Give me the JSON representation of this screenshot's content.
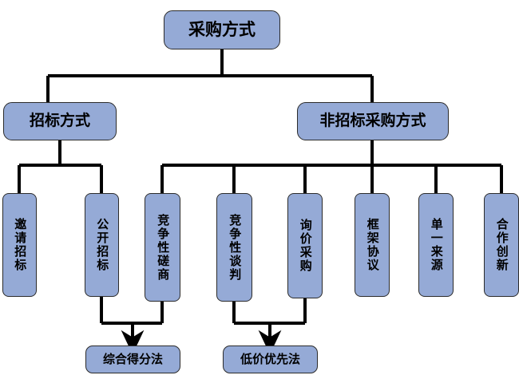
{
  "diagram": {
    "type": "hierarchy-tree",
    "title": "采购方式",
    "orientation": "top-down",
    "levels": 4,
    "palette": {
      "node_fill": "#95aad6",
      "node_border": "#2b2b2b",
      "edge_color": "#000000",
      "text_color": "#000000",
      "background": "#ffffff"
    }
  },
  "nodes": {
    "root": {
      "id": "root",
      "label": "采购方式",
      "level": 1
    },
    "level2": [
      {
        "id": "tender",
        "label": "招标方式",
        "level": 2
      },
      {
        "id": "non-tender",
        "label": "非招标采购方式",
        "level": 2
      }
    ],
    "level3": [
      {
        "id": "invited-tender",
        "label": "邀请招标",
        "level": 3,
        "parent": "tender"
      },
      {
        "id": "public-tender",
        "label": "公开招标",
        "level": 3,
        "parent": "tender"
      },
      {
        "id": "competitive-consultation",
        "label": "竞争性磋商",
        "level": 3,
        "parent": "non-tender"
      },
      {
        "id": "competitive-negotiation",
        "label": "竞争性谈判",
        "level": 3,
        "parent": "non-tender"
      },
      {
        "id": "inquiry-procurement",
        "label": "询价采购",
        "level": 3,
        "parent": "non-tender"
      },
      {
        "id": "framework-agreement",
        "label": "框架协议",
        "level": 3,
        "parent": "non-tender"
      },
      {
        "id": "single-source",
        "label": "单一来源",
        "level": 3,
        "parent": "non-tender"
      },
      {
        "id": "cooperative-innovation",
        "label": "合作创新",
        "level": 3,
        "parent": "non-tender"
      }
    ],
    "level4": [
      {
        "id": "comprehensive-scoring",
        "label": "综合得分法",
        "level": 4,
        "from": [
          "public-tender",
          "competitive-consultation"
        ]
      },
      {
        "id": "lowest-price-priority",
        "label": "低价优先法",
        "level": 4,
        "from": [
          "competitive-negotiation",
          "inquiry-procurement"
        ]
      }
    ]
  },
  "edges": [
    {
      "from": "root",
      "to": "tender",
      "style": "elbow"
    },
    {
      "from": "root",
      "to": "non-tender",
      "style": "elbow"
    },
    {
      "from": "tender",
      "to": "invited-tender",
      "style": "elbow"
    },
    {
      "from": "tender",
      "to": "public-tender",
      "style": "elbow"
    },
    {
      "from": "non-tender",
      "to": "competitive-consultation",
      "style": "elbow"
    },
    {
      "from": "non-tender",
      "to": "competitive-negotiation",
      "style": "elbow"
    },
    {
      "from": "non-tender",
      "to": "inquiry-procurement",
      "style": "elbow"
    },
    {
      "from": "non-tender",
      "to": "framework-agreement",
      "style": "elbow"
    },
    {
      "from": "non-tender",
      "to": "single-source",
      "style": "elbow"
    },
    {
      "from": "non-tender",
      "to": "cooperative-innovation",
      "style": "elbow"
    },
    {
      "from": "public-tender+competitive-consultation",
      "to": "comprehensive-scoring",
      "style": "merge-arrow"
    },
    {
      "from": "competitive-negotiation+inquiry-procurement",
      "to": "lowest-price-priority",
      "style": "merge-arrow"
    }
  ]
}
